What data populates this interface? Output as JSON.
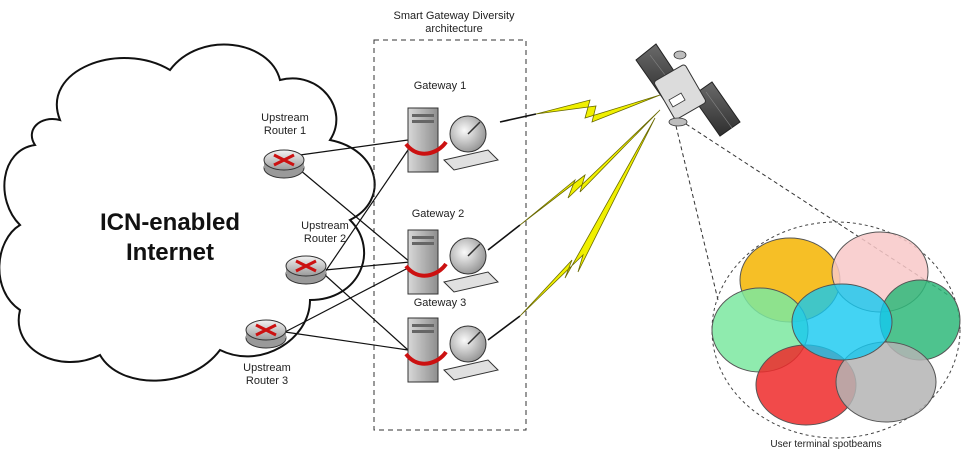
{
  "title": {
    "line1": "Smart Gateway Diversity",
    "line2": "architecture"
  },
  "cloud": {
    "line1": "ICN-enabled",
    "line2": "Internet"
  },
  "routers": [
    {
      "line1": "Upstream",
      "line2": "Router 1"
    },
    {
      "line1": "Upstream",
      "line2": "Router 2"
    },
    {
      "line1": "Upstream",
      "line2": "Router 3"
    }
  ],
  "gateways": [
    "Gateway 1",
    "Gateway 2",
    "Gateway 3"
  ],
  "spotbeams": {
    "caption": "User terminal spotbeams",
    "colors": [
      "#f5b400",
      "#f8c8c8",
      "#7be8a0",
      "#2fb87a",
      "#14c8f0",
      "#ee2a2a",
      "#b4b4b4"
    ]
  },
  "colors": {
    "lightning": "#f0f000",
    "router_arrow": "#cc1111",
    "server_arrow": "#cc1111"
  }
}
